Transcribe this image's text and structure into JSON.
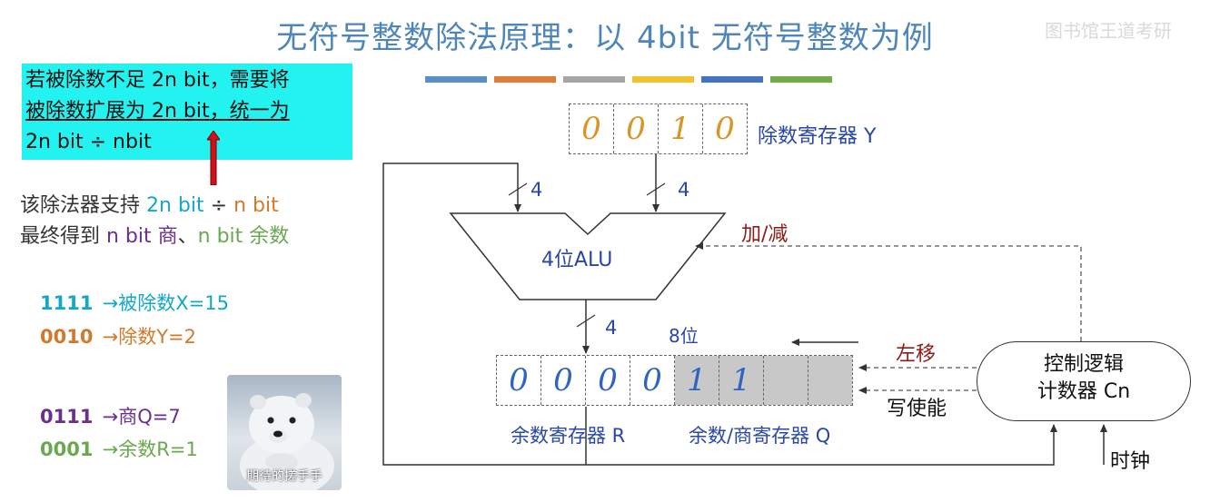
{
  "title": "无符号整数除法原理：以 4bit 无符号整数为例",
  "watermark": "图书馆王道考研",
  "color_bars": [
    "#5b8fc7",
    "#e07b39",
    "#a5a5a5",
    "#f2c12e",
    "#4472c4",
    "#70ad47"
  ],
  "note": {
    "line1": "若被除数不足 2n bit，需要将",
    "line2": "被除数扩展为 2n bit",
    "line2_tail": "，统一为",
    "line3": "2n bit ÷ nbit"
  },
  "support": {
    "prefix1": "该除法器支持 ",
    "dividend": "2n bit",
    "div_sign": " ÷ ",
    "divisor": "n bit",
    "prefix2": "最终得到 ",
    "quotient": "n bit 商",
    "sep": "、",
    "remainder": "n bit 余数"
  },
  "examples": [
    {
      "bits": "1111",
      "text": "→被除数X=15"
    },
    {
      "bits": "0010",
      "text": "→除数Y=2"
    },
    {
      "bits": "0111",
      "text": "→商Q=7"
    },
    {
      "bits": "0001",
      "text": "→余数R=1"
    }
  ],
  "meme_caption": "期待的搓手手",
  "divisor_reg": {
    "label": "除数寄存器 Y",
    "digits": [
      "0",
      "0",
      "1",
      "0"
    ]
  },
  "alu": {
    "label": "4位ALU",
    "bus_in_left": "4",
    "bus_in_right": "4",
    "bus_out": "4",
    "addsub": "加/减"
  },
  "rq_reg": {
    "width_label": "8位",
    "digits": [
      "0",
      "0",
      "0",
      "0",
      "1",
      "1",
      "",
      ""
    ],
    "label_r": "余数寄存器 R",
    "label_q": "余数/商寄存器 Q"
  },
  "control": {
    "line1": "控制逻辑",
    "line2": "计数器 Cn",
    "shift": "左移",
    "write": "写使能",
    "clock": "时钟"
  }
}
